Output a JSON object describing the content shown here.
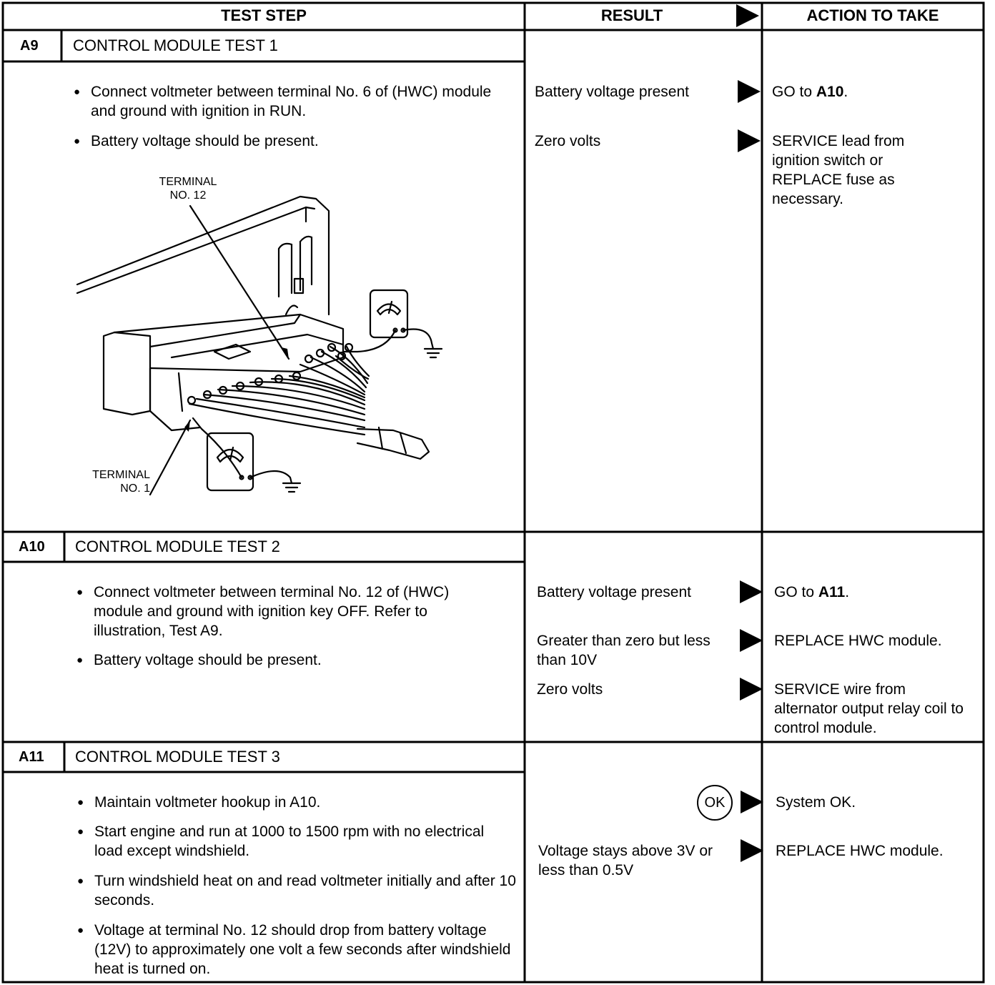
{
  "header": {
    "test_step": "TEST STEP",
    "result": "RESULT",
    "action": "ACTION TO TAKE"
  },
  "steps": [
    {
      "id": "A9",
      "title": "CONTROL MODULE TEST 1",
      "bullets": [
        "Connect voltmeter between terminal No. 6 of (HWC) module and ground with ignition in RUN.",
        "Battery voltage should be present."
      ],
      "results": [
        {
          "result": "Battery voltage present",
          "action_prefix": "GO to ",
          "action_bold": "A10",
          "action_suffix": "."
        },
        {
          "result": "Zero volts",
          "action": "SERVICE lead from ignition switch or REPLACE fuse as necessary."
        }
      ],
      "figure": {
        "label_top": "TERMINAL\nNO. 12",
        "label_bottom": "TERMINAL\nNO. 1"
      }
    },
    {
      "id": "A10",
      "title": "CONTROL MODULE TEST 2",
      "bullets": [
        "Connect voltmeter between terminal No. 12 of (HWC) module and ground with ignition key OFF. Refer to illustration, Test A9.",
        "Battery voltage should be present."
      ],
      "results": [
        {
          "result": "Battery voltage present",
          "action_prefix": "GO to ",
          "action_bold": "A11",
          "action_suffix": "."
        },
        {
          "result": "Greater than zero but less than 10V",
          "action": "REPLACE HWC module."
        },
        {
          "result": "Zero volts",
          "action": "SERVICE wire from alternator output relay coil to control module."
        }
      ]
    },
    {
      "id": "A11",
      "title": "CONTROL MODULE TEST 3",
      "bullets": [
        "Maintain voltmeter hookup in A10.",
        "Start engine and run at 1000 to 1500 rpm with no electrical load except windshield.",
        "Turn windshield heat on and read voltmeter initially and after 10 seconds.",
        "Voltage at terminal No. 12 should drop from battery voltage (12V) to approximately one volt a few seconds after windshield heat is turned on."
      ],
      "results": [
        {
          "result_badge": "OK",
          "action": "System OK."
        },
        {
          "result": "Voltage stays above 3V or less than 0.5V",
          "action": "REPLACE HWC module."
        }
      ]
    }
  ]
}
